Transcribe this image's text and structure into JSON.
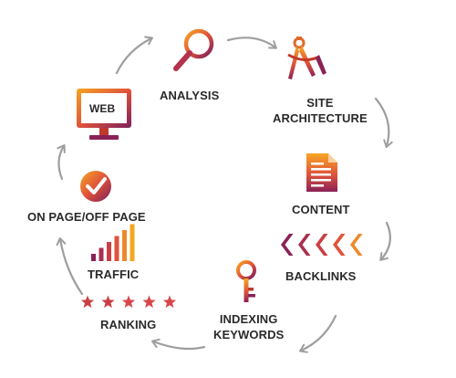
{
  "colors": {
    "gradient_start": "#f5a623",
    "gradient_mid": "#e0533a",
    "gradient_end": "#7a1f5c",
    "arrow": "#9e9e9e",
    "text": "#2a2a2a"
  },
  "steps": [
    {
      "id": "analysis",
      "label": "ANALYSIS",
      "icon": "magnifier-icon"
    },
    {
      "id": "site-architecture",
      "label_line1": "SITE",
      "label_line2": "ARCHITECTURE",
      "icon": "compass-icon"
    },
    {
      "id": "content",
      "label": "CONTENT",
      "icon": "document-icon"
    },
    {
      "id": "backlinks",
      "label": "BACKLINKS",
      "icon": "chevrons-icon"
    },
    {
      "id": "indexing-keywords",
      "label_line1": "INDEXING",
      "label_line2": "KEYWORDS",
      "icon": "key-icon"
    },
    {
      "id": "ranking",
      "label": "RANKING",
      "icon": "stars-icon"
    },
    {
      "id": "traffic",
      "label": "TRAFFIC",
      "icon": "bar-chart-icon"
    },
    {
      "id": "on-off-page",
      "label": "ON PAGE/OFF PAGE",
      "icon": "checkmark-badge-icon"
    },
    {
      "id": "web",
      "label": "WEB",
      "icon": "monitor-icon"
    }
  ],
  "ranking": {
    "stars": 5
  },
  "traffic": {
    "bars": 6
  },
  "backlinks": {
    "chevrons": 5
  }
}
